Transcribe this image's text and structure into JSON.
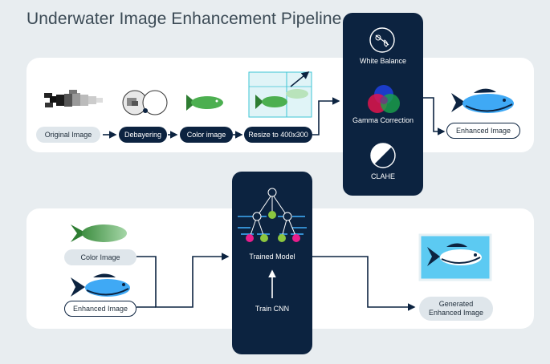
{
  "title": "Underwater Image Enhancement Pipeline",
  "top": {
    "original_image": "Original Image",
    "debayering": "Debayering",
    "color_image": "Color image",
    "resize": "Resize to 400x300",
    "white_balance": "White Balance",
    "gamma_correction": "Gamma Correction",
    "clahe": "CLAHE",
    "enhanced_image": "Enhanced Image"
  },
  "bottom": {
    "color_image": "Color Image",
    "enhanced_image": "Enhanced Image",
    "trained_model": "Trained Model",
    "train_cnn": "Train CNN",
    "generated_line1": "Generated",
    "generated_line2": "Enhanced Image"
  },
  "colors": {
    "navy": "#0c2340",
    "fish_green": "#4caf50",
    "fish_blue": "#3fa9f5",
    "node_green": "#8cc63f",
    "node_pink": "#e91e8c"
  },
  "icons": [
    "white-balance-icon",
    "gamma-correction-icon",
    "clahe-icon",
    "neural-tree-icon"
  ]
}
